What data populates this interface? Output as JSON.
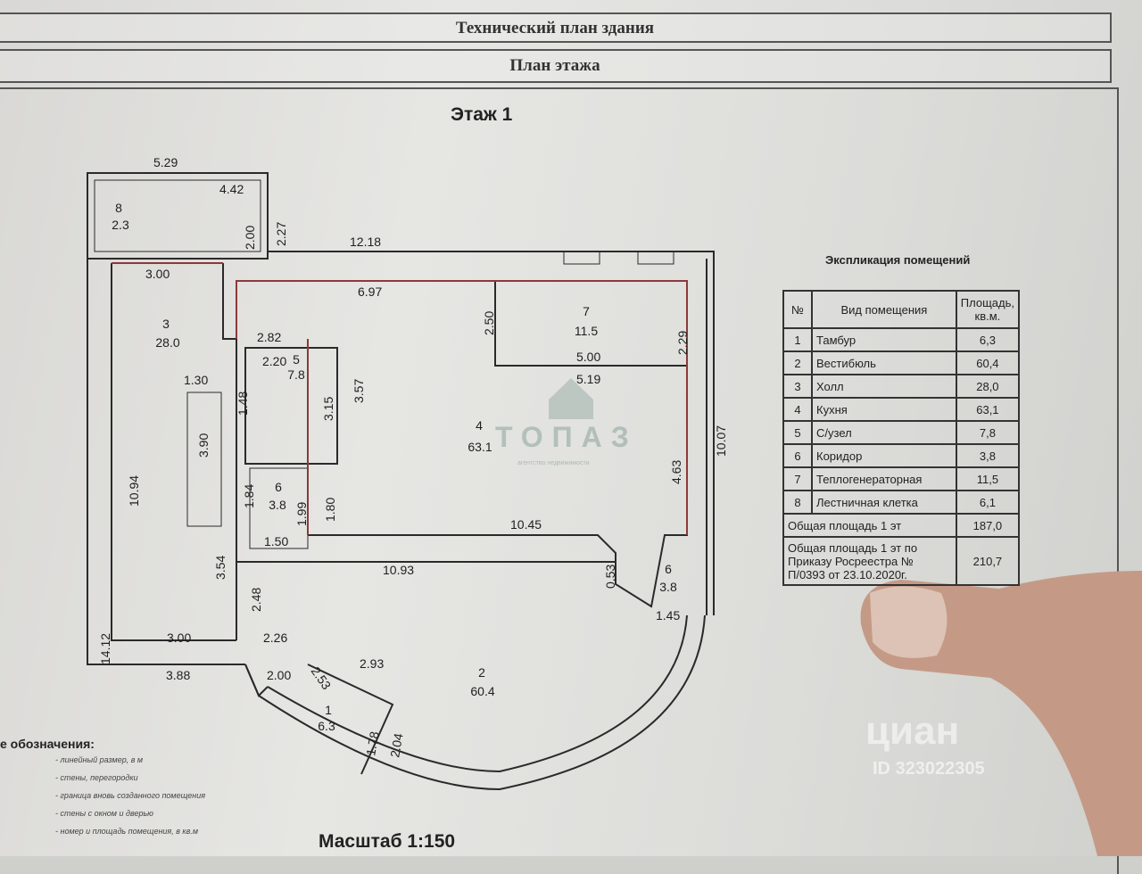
{
  "header": {
    "title": "Технический план здания",
    "subtitle": "План этажа"
  },
  "floor_title": "Этаж 1",
  "scale": "Масштаб 1:150",
  "dimensions": [
    "5.29",
    "4.42",
    "2.27",
    "2.00",
    "12.18",
    "3.00",
    "6.97",
    "2.50",
    "2.29",
    "5.00",
    "5.19",
    "2.82",
    "2.20",
    "1.30",
    "1.48",
    "3.57",
    "3.15",
    "10.07",
    "4.63",
    "3.90",
    "10.94",
    "1.84",
    "1.99",
    "1.80",
    "10.45",
    "1.50",
    "3.54",
    "10.93",
    "0.53",
    "2.48",
    "1.45",
    "3.00",
    "2.26",
    "14.12",
    "3.88",
    "2.00",
    "2.53",
    "2.93",
    "1.78",
    "2.04"
  ],
  "rooms": [
    {
      "no": "8",
      "area": "2.3"
    },
    {
      "no": "3",
      "area": "28.0"
    },
    {
      "no": "5",
      "area": "7.8"
    },
    {
      "no": "4",
      "area": "63.1"
    },
    {
      "no": "7",
      "area": "11.5"
    },
    {
      "no": "6",
      "area": "3.8"
    },
    {
      "no": "6",
      "area": "3.8"
    },
    {
      "no": "2",
      "area": "60.4"
    },
    {
      "no": "1",
      "area": "6.3"
    }
  ],
  "explication": {
    "title": "Экспликация помещений",
    "headers": {
      "no": "№",
      "type": "Вид помещения",
      "area": "Площадь, кв.м."
    },
    "rows": [
      {
        "no": "1",
        "type": "Тамбур",
        "area": "6,3"
      },
      {
        "no": "2",
        "type": "Вестибюль",
        "area": "60,4"
      },
      {
        "no": "3",
        "type": "Холл",
        "area": "28,0"
      },
      {
        "no": "4",
        "type": "Кухня",
        "area": "63,1"
      },
      {
        "no": "5",
        "type": "С/узел",
        "area": "7,8"
      },
      {
        "no": "6",
        "type": "Коридор",
        "area": "3,8"
      },
      {
        "no": "7",
        "type": "Теплогенераторная",
        "area": "11,5"
      },
      {
        "no": "8",
        "type": "Лестничная клетка",
        "area": "6,1"
      }
    ],
    "total_label": "Общая площадь 1 эт",
    "total_value": "187,0",
    "rosreestr_label": "Общая площадь 1 эт по Приказу Росреестра № П/0393 от 23.10.2020г.",
    "rosreestr_value": "210,7"
  },
  "legend": {
    "title": "е обозначения:",
    "items": [
      "- линейный размер, в м",
      "- стены, перегородки",
      "- граница вновь созданного помещения",
      "- стены с окном и дверью",
      "- номер и площадь помещения, в кв.м"
    ]
  },
  "watermarks": {
    "topaz": "ТОПАЗ",
    "topaz_sub": "агентство недвижимости",
    "cian": "циан",
    "cian_id": "ID 323022305"
  },
  "colors": {
    "wall": "#2a2a2a",
    "new_boundary": "#8b3a3a",
    "paper": "#e3e3e0"
  }
}
